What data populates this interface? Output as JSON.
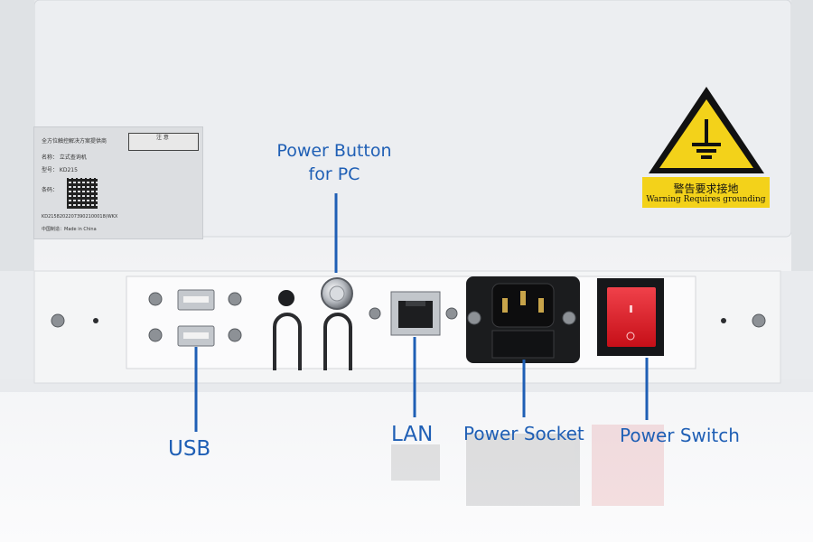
{
  "captions": {
    "power_button_line1": "Power Button",
    "power_button_line2": "for PC",
    "usb": "USB",
    "lan": "LAN",
    "power_socket": "Power Socket",
    "power_switch": "Power Switch"
  },
  "warning_sign": {
    "chinese": "警告要求接地",
    "english": "Warning Requires grounding"
  },
  "product_label": {
    "header": "全方位触控解决方案提供商",
    "notice_title": "注 意",
    "name_line": "名称： 立式查询机",
    "model_line": "型号： KD215",
    "serial_label": "条码：",
    "serial_number": "KD21582022073902100018(WKX",
    "made_in": "中国制造：Made in China"
  },
  "colors": {
    "caption_blue": "#1f5fb5",
    "warning_yellow": "#f3d21a",
    "switch_red": "#e0171f",
    "panel_white": "#f4f5f6"
  }
}
